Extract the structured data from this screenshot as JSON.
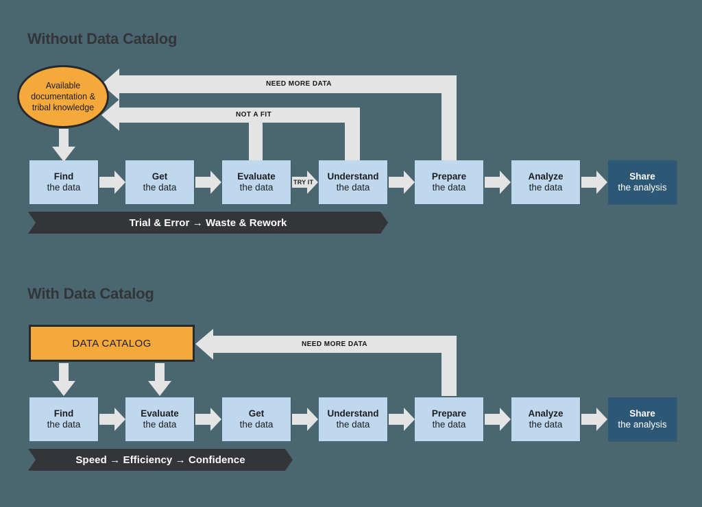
{
  "background_color": "#4a6670",
  "palette": {
    "box_fill": "#bfd8ee",
    "box_dark_fill": "#2c5876",
    "accent_orange": "#f6a93b",
    "arrow_grey": "#e4e4e4",
    "banner_dark": "#333538",
    "heading_color": "#333538"
  },
  "sections": [
    {
      "id": "without",
      "heading": "Without Data Catalog",
      "source": {
        "shape": "ellipse",
        "lines": [
          "Available",
          "documentation &",
          "tribal knowledge"
        ]
      },
      "steps": [
        {
          "l1": "Find",
          "l2": "the data",
          "dark": false
        },
        {
          "l1": "Get",
          "l2": "the data",
          "dark": false
        },
        {
          "l1": "Evaluate",
          "l2": "the data",
          "dark": false
        },
        {
          "l1": "Understand",
          "l2": "the data",
          "dark": false
        },
        {
          "l1": "Prepare",
          "l2": "the data",
          "dark": false
        },
        {
          "l1": "Analyze",
          "l2": "the data",
          "dark": false
        },
        {
          "l1": "Share",
          "l2": "the analysis",
          "dark": true
        }
      ],
      "connector_labels": {
        "try_it": "TRY IT"
      },
      "loops": [
        {
          "id": "need-more-data",
          "label": "NEED MORE DATA"
        },
        {
          "id": "not-a-fit",
          "label": "NOT A FIT"
        }
      ],
      "banner": "Trial & Error  →  Waste & Rework"
    },
    {
      "id": "with",
      "heading": "With Data Catalog",
      "source": {
        "shape": "rectangle",
        "label": "DATA CATALOG"
      },
      "steps": [
        {
          "l1": "Find",
          "l2": "the data",
          "dark": false
        },
        {
          "l1": "Evaluate",
          "l2": "the data",
          "dark": false
        },
        {
          "l1": "Get",
          "l2": "the data",
          "dark": false
        },
        {
          "l1": "Understand",
          "l2": "the data",
          "dark": false
        },
        {
          "l1": "Prepare",
          "l2": "the data",
          "dark": false
        },
        {
          "l1": "Analyze",
          "l2": "the data",
          "dark": false
        },
        {
          "l1": "Share",
          "l2": "the analysis",
          "dark": true
        }
      ],
      "loops": [
        {
          "id": "need-more-data",
          "label": "NEED MORE DATA"
        }
      ],
      "banner": "Speed  →  Efficiency  →  Confidence"
    }
  ]
}
